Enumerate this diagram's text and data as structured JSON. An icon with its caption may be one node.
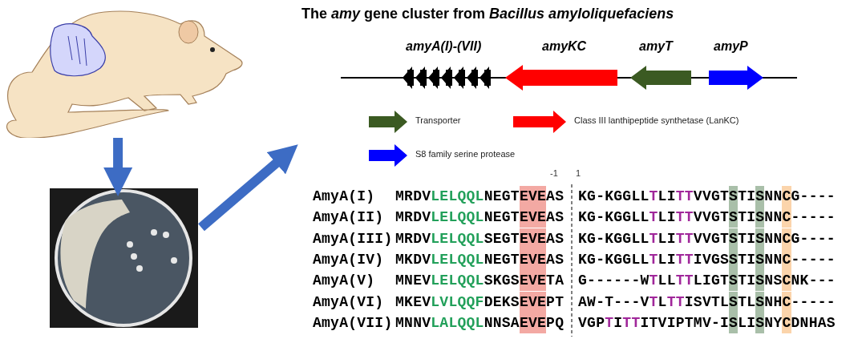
{
  "diagram": {
    "title": "The *amy* gene cluster from *Bacillus amyloliquefaciens*",
    "nodes": [
      {
        "text": [],
        "shape": "picture"
      },
      {
        "text": [],
        "shape": "picture"
      }
    ],
    "edges": [
      {
        "from": 0,
        "to": 1,
        "arrow": "to"
      },
      {
        "from": 1,
        "to": null,
        "arrow": "to"
      }
    ],
    "labels": [
      "amyA(I)-(VII)",
      "amyKC",
      "amyT",
      "amyP",
      "-1",
      "1",
      "AmyA(I)",
      "MRDVLELQQLNEGTEVEAS",
      "KG-KGGLLTLITTVVGTSTISNNCG----",
      "AmyA(II)",
      "MRDVLELQQLNEGTEVEAS",
      "KG-KGGLLTLITTVVGTSTISNNC-----",
      "AmyA(III)",
      "MRDVLELQQLSEGTEVEAS",
      "KG-KGGLLTLITTVVGTSTISNNCG----",
      "AmyA(IV)",
      "MKDVLELQQLNEGTEVEAS",
      "KG-KGGLLTLITTIVGSSTISNNC-----",
      "AmyA(V)",
      "MNEVLELQQLSKGSEVETA",
      "G------WTLLTTLIGTSTISNSCNK---",
      "AmyA(VI)",
      "MKEVLVLQQFDEKSEVEPT",
      "AW-T---VTLTTISVTLSTLSNHC-----",
      "AmyA(VII)",
      "MNNVLALQQLNNSAEVEPQ",
      "VGPTITTITVIPTMV-ISLISNYCDNHAS"
    ],
    "legend": [
      {
        "text": "Transporter",
        "color": "#3b5a22"
      },
      {
        "text": "Class III lanthipeptide synthetase (LanKC)",
        "color": "#ff0000"
      },
      {
        "text": "S8 family serine protease",
        "color": "#0000ff"
      }
    ]
  }
}
